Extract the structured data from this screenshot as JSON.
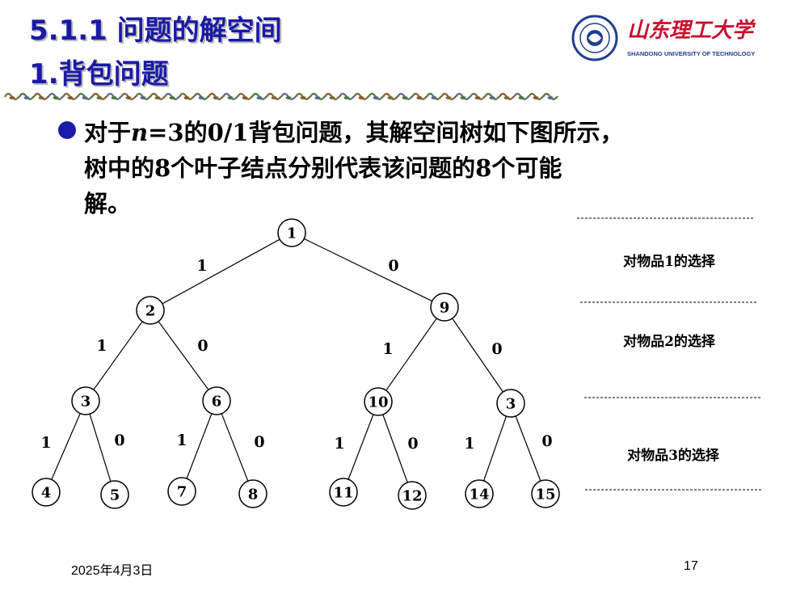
{
  "header": {
    "title_line1": "5.1.1 问题的解空间",
    "title_line2": "1.背包问题",
    "logo_text": "山东理工大学",
    "logo_subtitle": "SHANDONG UNIVERSITY OF TECHNOLOGY"
  },
  "bullet": {
    "line1_pre": "对于",
    "line1_var": "n",
    "line1_post": "=3的0/1背包问题，其解空间树如下图所示，",
    "line2": "树中的8个叶子结点分别代表该问题的8个可能",
    "line3": "解。"
  },
  "tree": {
    "nodes": [
      {
        "id": "n1",
        "label": "1"
      },
      {
        "id": "n2",
        "label": "2"
      },
      {
        "id": "n9",
        "label": "9"
      },
      {
        "id": "n3",
        "label": "3"
      },
      {
        "id": "n6",
        "label": "6"
      },
      {
        "id": "n10",
        "label": "10"
      },
      {
        "id": "n3b",
        "label": "3"
      },
      {
        "id": "n4",
        "label": "4"
      },
      {
        "id": "n5",
        "label": "5"
      },
      {
        "id": "n7",
        "label": "7"
      },
      {
        "id": "n8",
        "label": "8"
      },
      {
        "id": "n11",
        "label": "11"
      },
      {
        "id": "n12",
        "label": "12"
      },
      {
        "id": "n14",
        "label": "14"
      },
      {
        "id": "n15",
        "label": "15"
      }
    ],
    "edges": [
      {
        "from": "n1",
        "to": "n2",
        "label": "1"
      },
      {
        "from": "n1",
        "to": "n9",
        "label": "0"
      },
      {
        "from": "n2",
        "to": "n3",
        "label": "1"
      },
      {
        "from": "n2",
        "to": "n6",
        "label": "0"
      },
      {
        "from": "n9",
        "to": "n10",
        "label": "1"
      },
      {
        "from": "n9",
        "to": "n3b",
        "label": "0"
      },
      {
        "from": "n3",
        "to": "n4",
        "label": "1"
      },
      {
        "from": "n3",
        "to": "n5",
        "label": "0"
      },
      {
        "from": "n6",
        "to": "n7",
        "label": "1"
      },
      {
        "from": "n6",
        "to": "n8",
        "label": "0"
      },
      {
        "from": "n10",
        "to": "n11",
        "label": "1"
      },
      {
        "from": "n10",
        "to": "n12",
        "label": "0"
      },
      {
        "from": "n3b",
        "to": "n14",
        "label": "1"
      },
      {
        "from": "n3b",
        "to": "n15",
        "label": "0"
      }
    ],
    "level_labels": [
      "对物品1的选择",
      "对物品2的选择",
      "对物品3的选择"
    ]
  },
  "footer": {
    "date": "2025年4月3日",
    "page_number": "17"
  },
  "colors": {
    "title": "#1a1aa6",
    "bullet": "#1a1aa6",
    "logo_red": "#c8102e",
    "logo_blue": "#1f3f8f"
  }
}
